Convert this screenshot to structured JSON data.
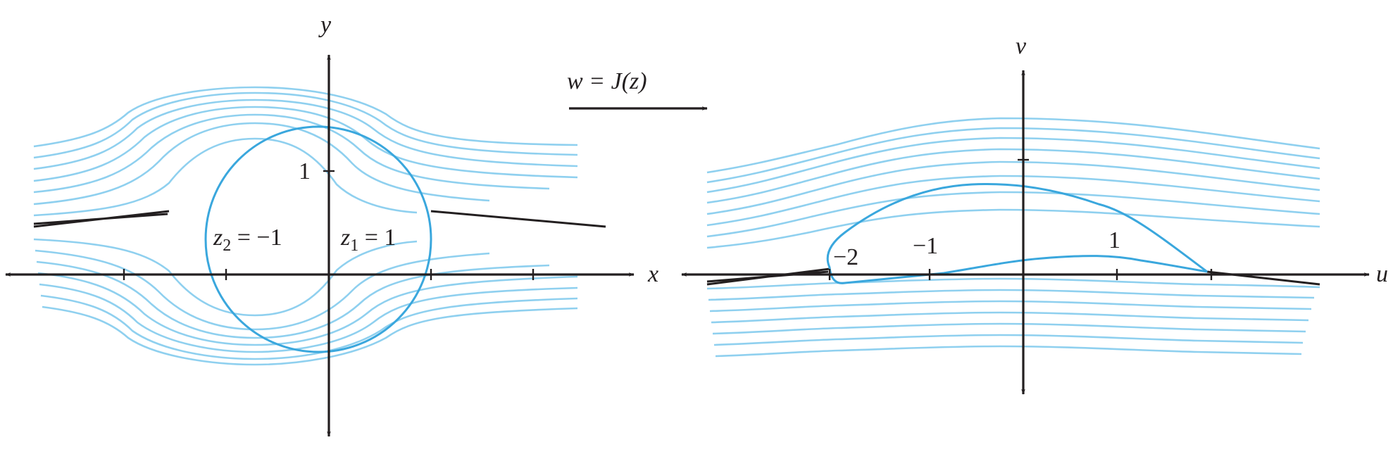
{
  "left_panel": {
    "x_label": "x",
    "y_label": "y",
    "tick_y_one": "1",
    "z2_var": "z",
    "z2_sub": "2",
    "z2_rest": " = −1",
    "z1_var": "z",
    "z1_sub": "1",
    "z1_rest": " = 1"
  },
  "mapping": {
    "label": "w = J(z)"
  },
  "right_panel": {
    "u_label": "u",
    "v_label": "v",
    "tick_neg2": "−2",
    "tick_neg1": "−1",
    "tick_one": "1"
  },
  "colors": {
    "streamline": "#8fd0ef",
    "body_outline": "#3aa7dd",
    "axis": "#231f20"
  }
}
